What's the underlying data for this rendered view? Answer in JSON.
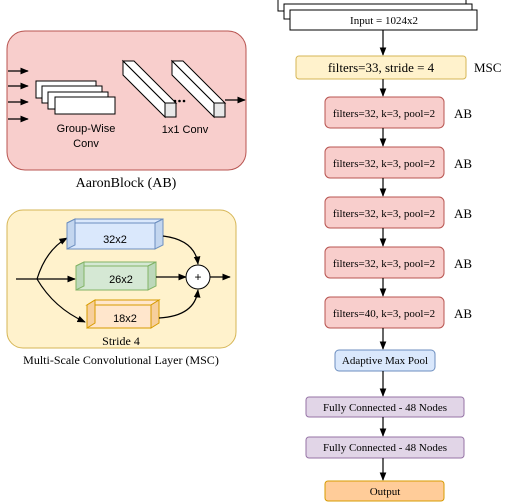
{
  "aaron_block": {
    "group_label_line1": "Group-Wise",
    "group_label_line2": "Conv",
    "conv1x1_label": "1x1 Conv",
    "title": "AaronBlock (AB)"
  },
  "msc_block": {
    "branch1": "32x2",
    "branch2": "26x2",
    "branch3": "18x2",
    "sum_symbol": "+",
    "stride_label": "Stride 4",
    "title": "Multi-Scale Convolutional Layer (MSC)"
  },
  "pipeline": {
    "input": "Input = 1024x2",
    "msc": {
      "label": "filters=33, stride = 4",
      "tag": "MSC"
    },
    "ab_layers": [
      {
        "label": "filters=32, k=3, pool=2",
        "tag": "AB"
      },
      {
        "label": "filters=32, k=3, pool=2",
        "tag": "AB"
      },
      {
        "label": "filters=32, k=3, pool=2",
        "tag": "AB"
      },
      {
        "label": "filters=32, k=3, pool=2",
        "tag": "AB"
      },
      {
        "label": "filters=40, k=3, pool=2",
        "tag": "AB"
      }
    ],
    "adaptive_pool": "Adaptive Max Pool",
    "fc1": "Fully Connected - 48 Nodes",
    "fc2": "Fully Connected - 48 Nodes",
    "output": "Output"
  },
  "colors": {
    "ab_panel_fill": "#f8cecc",
    "ab_panel_stroke": "#b85450",
    "msc_panel_fill": "#fff2cc",
    "msc_panel_stroke": "#d6b656",
    "blue_fill": "#dae8fc",
    "blue_stroke": "#6c8ebf",
    "green_fill": "#d5e8d4",
    "green_stroke": "#82b366",
    "orange_fill": "#ffe6cc",
    "orange_stroke": "#d79b00",
    "purple_fill": "#e1d5e7",
    "purple_stroke": "#9673a6"
  }
}
